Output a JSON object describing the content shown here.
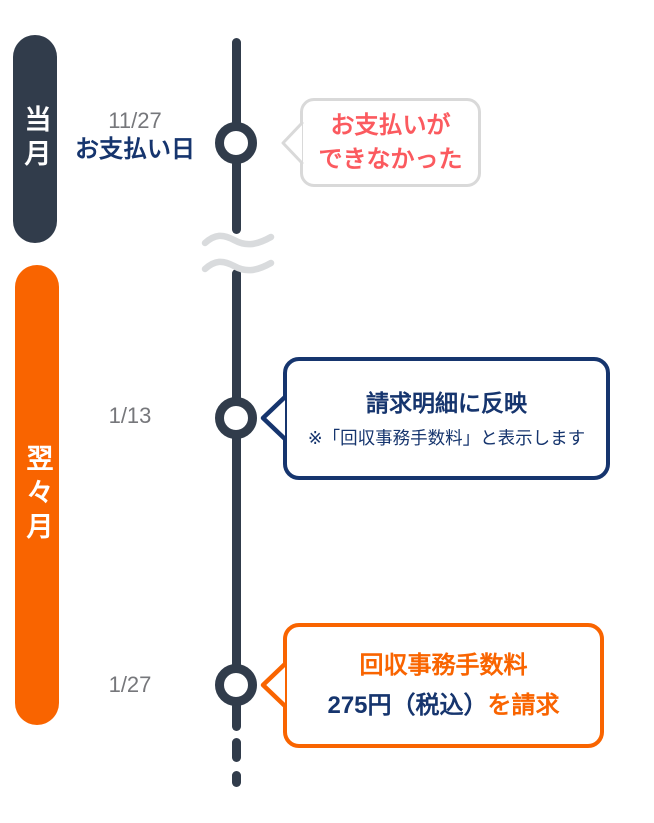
{
  "palette": {
    "dark_slate": "#313C4B",
    "navy": "#16356E",
    "orange": "#F96400",
    "coral_red": "#FB5A5F",
    "gray_text": "#76777B",
    "light_gray": "#D9D9D9"
  },
  "months": {
    "current": "当月",
    "after_next": "翌々月"
  },
  "events": [
    {
      "date": "11/27",
      "date_label": "お支払い日",
      "bubble": {
        "line1": "お支払いが",
        "line2": "できなかった"
      }
    },
    {
      "date": "1/13",
      "bubble": {
        "title": "請求明細に反映",
        "note": "※「回収事務手数料」と表示します"
      }
    },
    {
      "date": "1/27",
      "bubble": {
        "line1": "回収事務手数料",
        "line2_navy": "275円（税込）",
        "line2_orange": "を請求"
      }
    }
  ]
}
